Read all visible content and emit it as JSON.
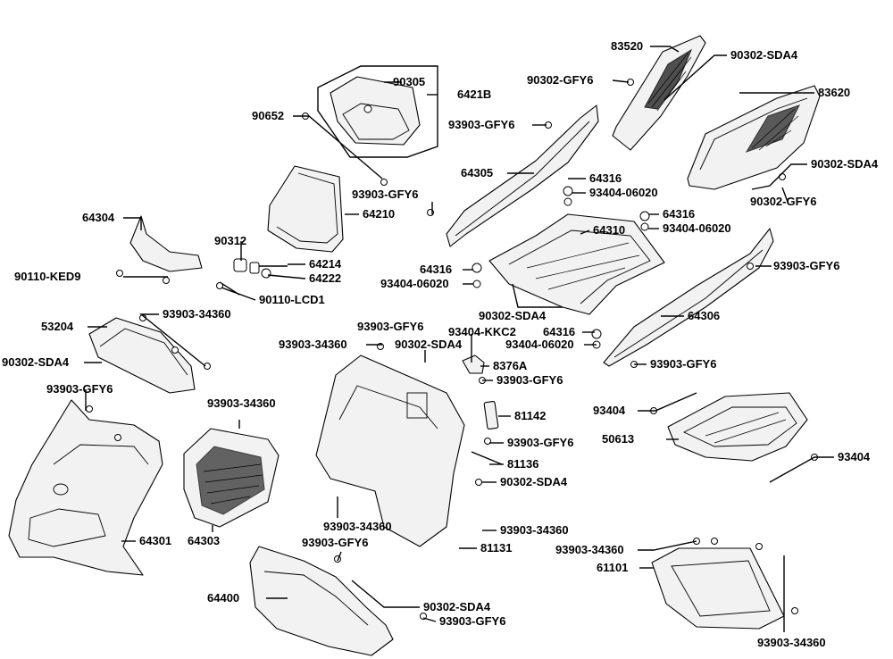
{
  "diagram": {
    "border_color": "#000000",
    "labels": [
      "83520",
      "90302-SDA4",
      "90302-GFY6",
      "83620",
      "90305",
      "6421B",
      "90652",
      "93903-GFY6",
      "64305",
      "64316",
      "93404-06020",
      "90302-SDA4",
      "90302-GFY6",
      "93903-GFY6",
      "64210",
      "64304",
      "90312",
      "64214",
      "64222",
      "90110-KED9",
      "90110-LCD1",
      "64316",
      "93404-06020",
      "64310",
      "64316",
      "93404-06020",
      "93903-GFY6",
      "90302-SDA4",
      "53204",
      "93903-34360",
      "64306",
      "93903-GFY6",
      "93903-34360",
      "90302-SDA4",
      "93404-KKC2",
      "64316",
      "93404-06020",
      "90302-SDA4",
      "8376A",
      "93903-GFY6",
      "93903-GFY6",
      "93903-GFY6",
      "81142",
      "93404",
      "93903-34360",
      "50613",
      "93903-GFY6",
      "81136",
      "93404",
      "90302-SDA4",
      "93903-34360",
      "93903-34360",
      "64301",
      "64303",
      "81131",
      "93903-34360",
      "93903-GFY6",
      "61101",
      "64400",
      "90302-SDA4",
      "93903-GFY6",
      "93903-34360"
    ]
  }
}
